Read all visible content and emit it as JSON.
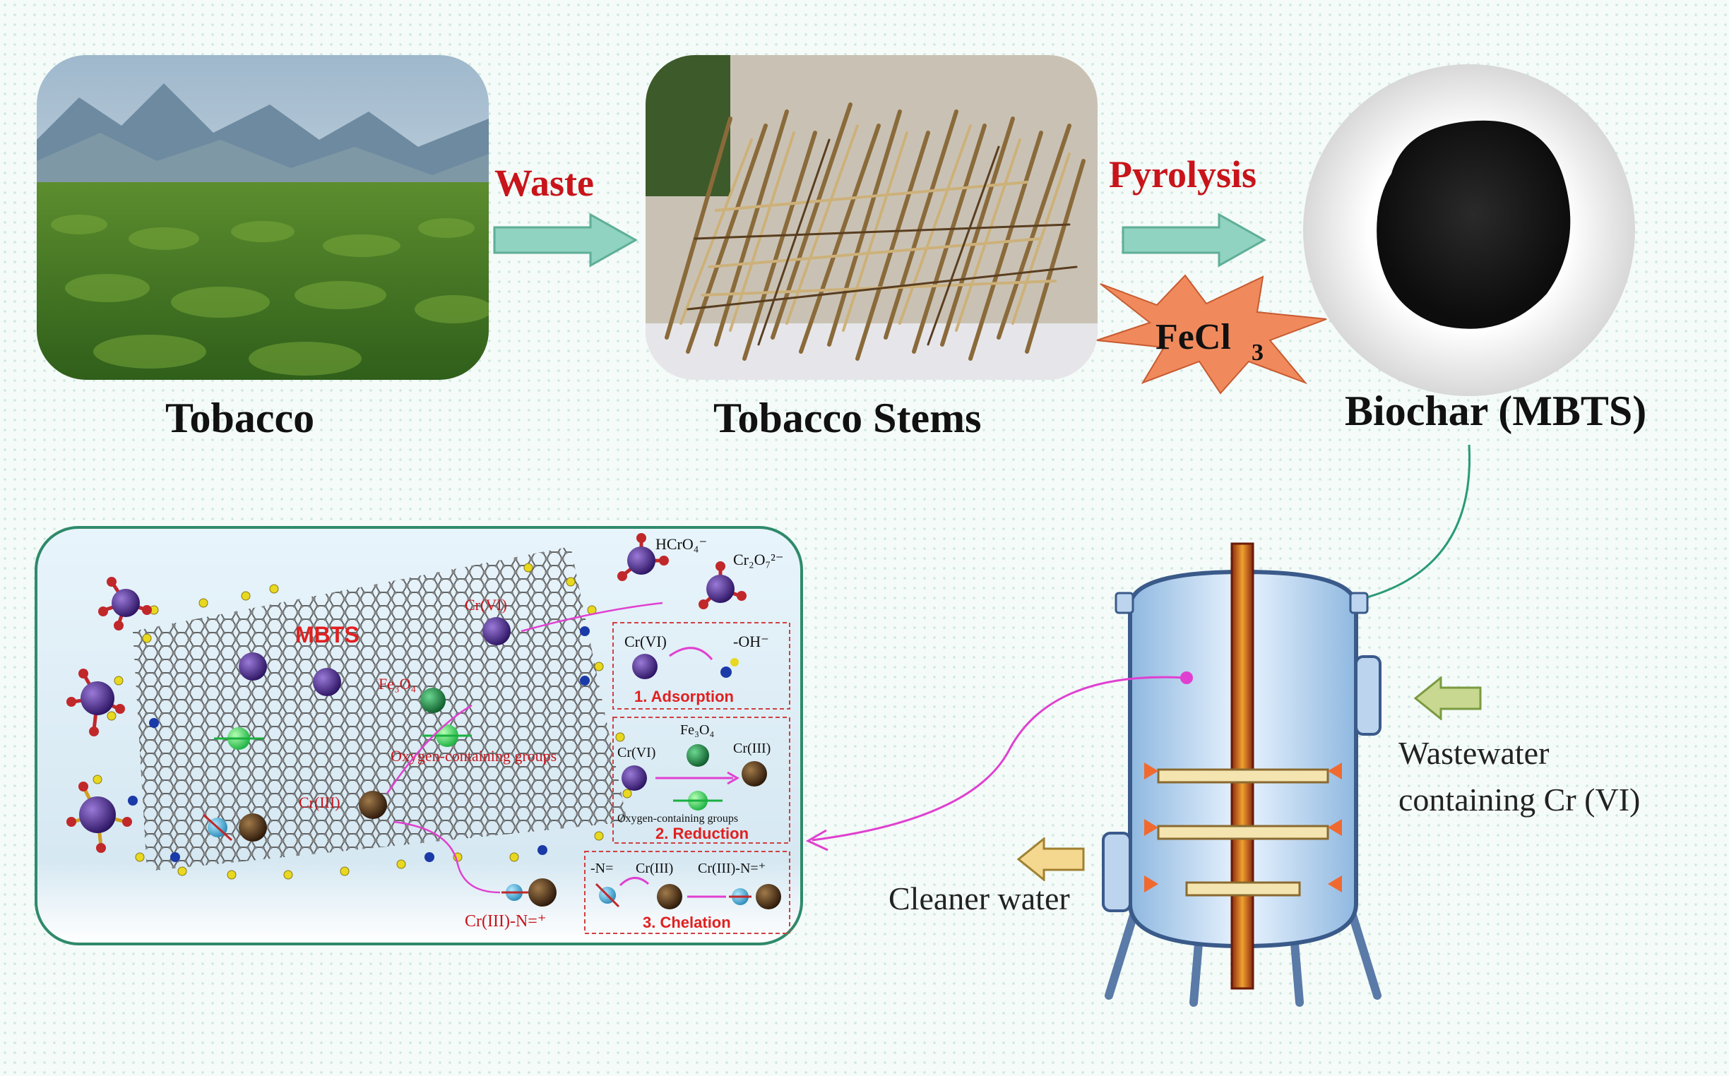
{
  "top_row": {
    "tobacco_label": "Tobacco",
    "stems_label": "Tobacco Stems",
    "biochar_label": "Biochar (MBTS)",
    "arrow1_label": "Waste",
    "arrow2_label": "Pyrolysis",
    "burst_label": "FeCl",
    "burst_sub": "3"
  },
  "reactor": {
    "inlet_label_line1": "Wastewater",
    "inlet_label_line2": "containing Cr (VI)",
    "outlet_label": "Cleaner water"
  },
  "mechanism": {
    "mbts_label": "MBTS",
    "crvi_surface": "Cr(VI)",
    "fe3o4_surface": "Fe₃O₄",
    "oxygen_groups": "Oxygen-containing groups",
    "criii_surface": "Cr(III)",
    "criiin_bottom": "Cr(III)-N=⁺",
    "hcro4": "HCrO₄⁻",
    "cr2o7": "Cr₂O₇²⁻",
    "box1": {
      "left": "Cr(VI)",
      "right": "-OH⁻",
      "title": "1. Adsorption"
    },
    "box2": {
      "left": "Cr(VI)",
      "top": "Fe₃O₄",
      "right": "Cr(III)",
      "under": "Oxygen-containing groups",
      "title": "2. Reduction"
    },
    "box3": {
      "a": "-N=",
      "b": "Cr(III)",
      "c": "Cr(III)-N=⁺",
      "title": "3. Chelation"
    }
  },
  "colors": {
    "arrow_fill": "#8fd3c0",
    "red_text": "#c8141a",
    "burst": "#f08a5d",
    "mech_border": "#2f8a6a",
    "crvi": "#4b2a8a",
    "fe3o4": "#1f8a4a",
    "oxygen": "#3ee06a",
    "criii": "#5a3a1a",
    "nitrogen": "#4ab0d8",
    "magenta": "#e040d0"
  }
}
